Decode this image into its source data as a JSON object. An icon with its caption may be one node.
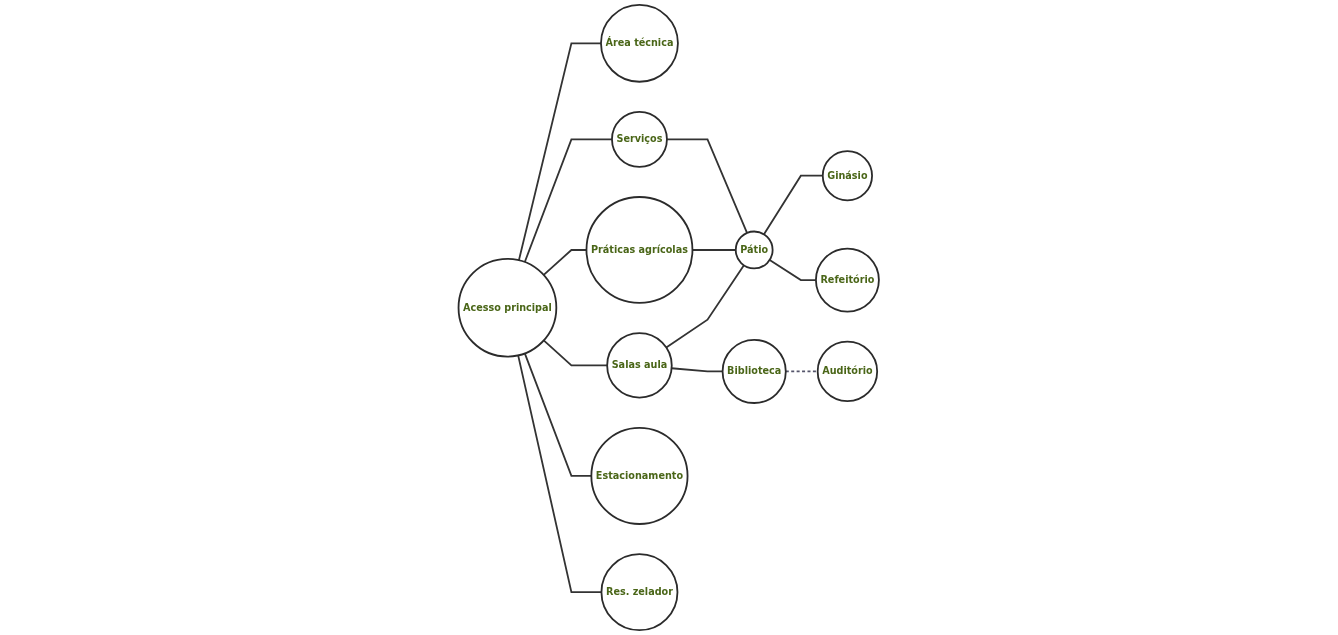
{
  "diagram": {
    "nodes": [
      {
        "text": [
          "Área técnica"
        ]
      },
      {
        "text": [
          "Serviços"
        ]
      },
      {
        "text": [
          "Práticas agrícolas"
        ]
      },
      {
        "text": [
          "Ginásio"
        ]
      },
      {
        "text": [
          "Refeitório"
        ]
      },
      {
        "text": [
          "Acesso principal"
        ]
      },
      {
        "text": [
          "Salas aula"
        ]
      },
      {
        "text": [
          "Pátio"
        ]
      },
      {
        "text": [
          "Estacionamento"
        ]
      },
      {
        "text": [
          "Res. zelador"
        ]
      },
      {
        "text": [
          "Biblioteca"
        ]
      },
      {
        "text": [
          "Auditório"
        ]
      }
    ],
    "edges": [
      {
        "from": 5,
        "to": 0,
        "arrow": "none"
      },
      {
        "from": 5,
        "to": 1,
        "arrow": "none"
      },
      {
        "from": 5,
        "to": 2,
        "arrow": "none"
      },
      {
        "from": 5,
        "to": 6,
        "arrow": "none"
      },
      {
        "from": 5,
        "to": 8,
        "arrow": "none"
      },
      {
        "from": 5,
        "to": 9,
        "arrow": "none"
      },
      {
        "from": 1,
        "to": 7,
        "arrow": "none"
      },
      {
        "from": 2,
        "to": 7,
        "arrow": "none"
      },
      {
        "from": 6,
        "to": 7,
        "arrow": "none"
      },
      {
        "from": 7,
        "to": 3,
        "arrow": "none"
      },
      {
        "from": 7,
        "to": 4,
        "arrow": "none"
      },
      {
        "from": 6,
        "to": 10,
        "arrow": "none"
      },
      {
        "from": 10,
        "to": 11,
        "arrow": "none",
        "style": "dashed",
        "color": "#55556b"
      }
    ]
  }
}
